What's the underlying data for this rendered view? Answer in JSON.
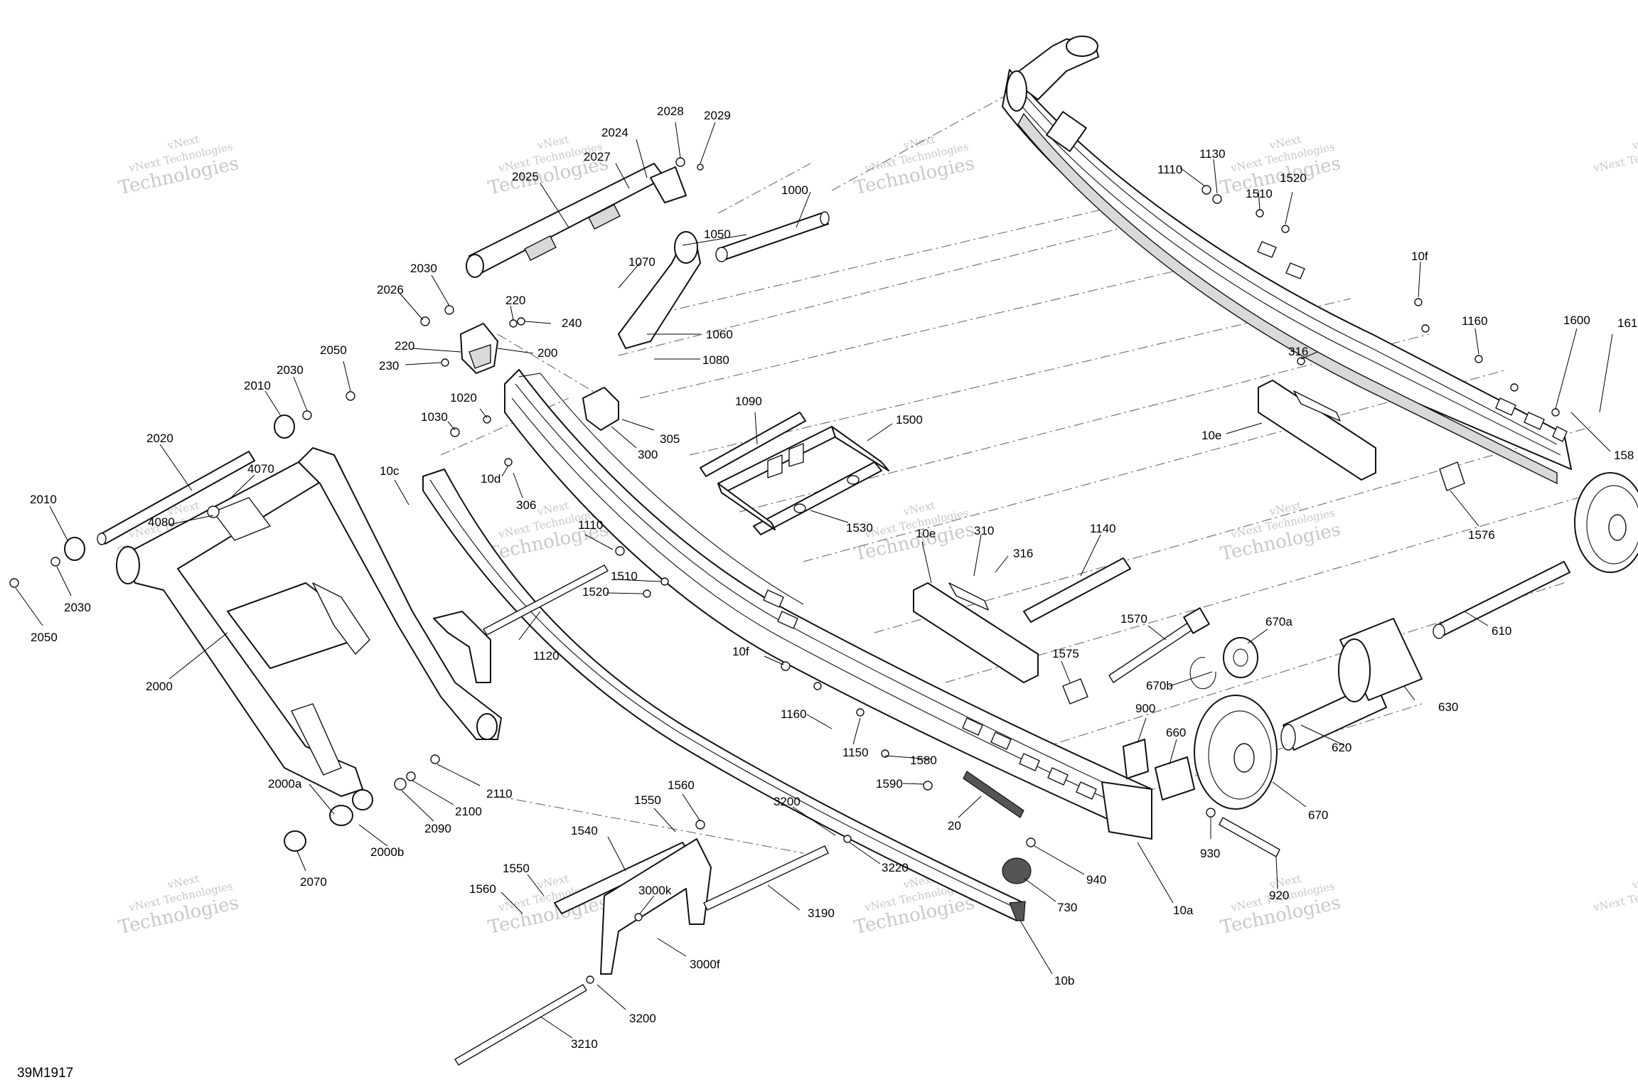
{
  "figure_id": "39M1917",
  "watermark": {
    "line1": "vNext",
    "line2": "vNext Technologies",
    "line3": "Technologies"
  },
  "labels": {
    "p1000": "1000",
    "p1050": "1050",
    "p1060": "1060",
    "p1070": "1070",
    "p1080": "1080",
    "p1090": "1090",
    "p1500": "1500",
    "p1530": "1530",
    "p2024": "2024",
    "p2025": "2025",
    "p2026": "2026",
    "p2027": "2027",
    "p2028": "2028",
    "p2029": "2029",
    "p2030_top": "2030",
    "p220_a": "220",
    "p220_b": "220",
    "p240": "240",
    "p200": "200",
    "p230": "230",
    "p1020": "1020",
    "p1030": "1030",
    "p305": "305",
    "p300": "300",
    "p10d": "10d",
    "p306": "306",
    "p10c": "10c",
    "p1110_mid": "1110",
    "p1510_mid": "1510",
    "p1520_mid": "1520",
    "p1120": "1120",
    "p10e_mid": "10e",
    "p310": "310",
    "p316_mid": "316",
    "p1140": "1140",
    "p10f_mid": "10f",
    "p1160_mid": "1160",
    "p1150": "1150",
    "p1580_mid": "1580",
    "p1590": "1590",
    "p20": "20",
    "p1570": "1570",
    "p1575": "1575",
    "p670a": "670a",
    "p670b": "670b",
    "p900": "900",
    "p660": "660",
    "p670": "670",
    "p620": "620",
    "p630": "630",
    "p610": "610",
    "p930": "930",
    "p920": "920",
    "p940": "940",
    "p730": "730",
    "p10a": "10a",
    "p10b": "10b",
    "p3200_top": "3200",
    "p3220": "3220",
    "p3190": "3190",
    "p1560_top": "1560",
    "p1550_top": "1550",
    "p1540": "1540",
    "p1550_bot": "1550",
    "p1560_bot": "1560",
    "p3000k": "3000k",
    "p3000f": "3000f",
    "p3200_bot": "3200",
    "p3210": "3210",
    "p2050_top": "2050",
    "p2030_mid": "2030",
    "p2010_top": "2010",
    "p2020": "2020",
    "p4070": "4070",
    "p4080": "4080",
    "p2010_left": "2010",
    "p2030_left": "2030",
    "p2050_left": "2050",
    "p2000": "2000",
    "p2000a": "2000a",
    "p2000b": "2000b",
    "p2070": "2070",
    "p2090": "2090",
    "p2100": "2100",
    "p2110": "2110",
    "p1110_right": "1110",
    "p1130": "1130",
    "p1510_right": "1510",
    "p1520_right": "1520",
    "p10f_right": "10f",
    "p1160_right": "1160",
    "p316_right": "316",
    "p10e_right": "10e",
    "p1600": "1600",
    "p1610": "161",
    "p1580_right": "158",
    "p1576": "1576"
  }
}
